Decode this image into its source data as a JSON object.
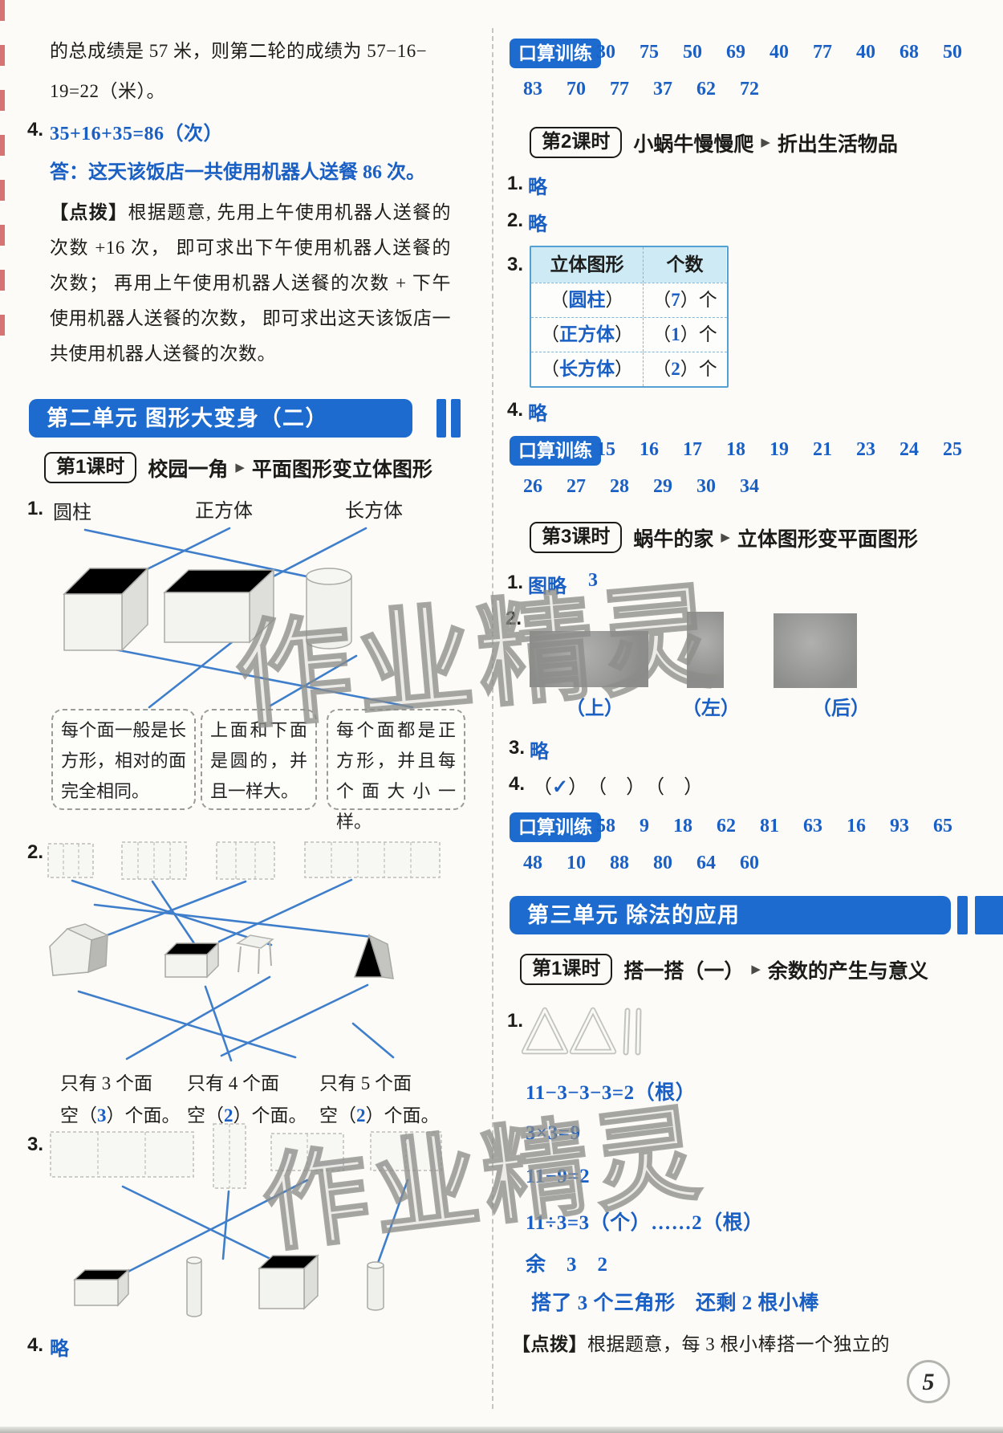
{
  "ui": {
    "arrow": "▶",
    "kousuan_label": "口算训练"
  },
  "watermark": {
    "text": "作业精灵"
  },
  "page": {
    "number": "5"
  },
  "left": {
    "intro_line1": "的总成绩是 57 米，则第二轮的成绩为 57−16−",
    "intro_line2": "19=22（米）。",
    "q4": {
      "num": "4.",
      "equation": "35+16+35=86（次）",
      "answer": "答：这天该饭店一共使用机器人送餐 86 次。"
    },
    "tip": {
      "label": "【点拨】",
      "text": "根据题意, 先用上午使用机器人送餐的次数 +16 次， 即可求出下午使用机器人送餐的次数； 再用上午使用机器人送餐的次数 + 下午使用机器人送餐的次数， 即可求出这天该饭店一共使用机器人送餐的次数。"
    },
    "unit2_banner": "第二单元 图形大变身（二）",
    "lesson1": {
      "tag": "第1课时",
      "title": "校园一角",
      "subtitle": "平面图形变立体图形"
    },
    "q1": {
      "num": "1.",
      "label_cylinder": "圆柱",
      "label_cube": "正方体",
      "label_cuboid": "长方体",
      "box_cuboid": "每个面一般是长方形，相对的面完全相同。",
      "box_cylinder": "上面和下面是圆的，并且一样大。",
      "box_cube": "每个面都是正方形，并且每个面大小一样。"
    },
    "q2": {
      "num": "2.",
      "captions": [
        {
          "line1": "只有 3 个面",
          "pre": "空（",
          "answer": "3",
          "post": "）个面。"
        },
        {
          "line1": "只有 4 个面",
          "pre": "空（",
          "answer": "2",
          "post": "）个面。"
        },
        {
          "line1": "只有 5 个面",
          "pre": "空（",
          "answer": "2",
          "post": "）个面。"
        }
      ]
    },
    "q3": {
      "num": "3."
    },
    "q4b": {
      "num": "4.",
      "answer": "略"
    }
  },
  "right": {
    "kousuan1": {
      "row1": "30 75 50 69 40 77 40 68 50",
      "row2": "83 70 77 37 62 72"
    },
    "lesson2": {
      "tag": "第2课时",
      "title": "小蜗牛慢慢爬",
      "subtitle": "折出生活物品",
      "item1": {
        "num": "1.",
        "answer": "略"
      },
      "item2": {
        "num": "2.",
        "answer": "略"
      },
      "item3": {
        "num": "3."
      },
      "item4": {
        "num": "4.",
        "answer": "略"
      },
      "table": {
        "header_shape": "立体图形",
        "header_count": "个数",
        "rows": [
          {
            "p1": "（",
            "name": "圆柱",
            "p2": "）",
            "c1": "（",
            "count": "7",
            "c2": "）个"
          },
          {
            "p1": "（",
            "name": "正方体",
            "p2": "）",
            "c1": "（",
            "count": "1",
            "c2": "）个"
          },
          {
            "p1": "（",
            "name": "长方体",
            "p2": "）",
            "c1": "（",
            "count": "2",
            "c2": "）个"
          }
        ]
      }
    },
    "kousuan2": {
      "row1": "15 16 17 18 19 21 23 24 25",
      "row2": "26 27 28 29 30 34"
    },
    "lesson3": {
      "tag": "第3课时",
      "title": "蜗牛的家",
      "subtitle": "立体图形变平面图形",
      "item1": {
        "num": "1.",
        "answer_a": "图略",
        "answer_b": "3"
      },
      "item2": {
        "num": "2.",
        "label_top": "（上）",
        "label_left": "（左）",
        "label_back": "（后）"
      },
      "item3": {
        "num": "3.",
        "answer": "略"
      },
      "item4": {
        "num": "4.",
        "p1": "（",
        "check": "✓",
        "p2": "）",
        "rest": "　（　）　（　）"
      }
    },
    "kousuan3": {
      "row1": "58 9 18 62 81 63 16 93 65",
      "row2": "48 10 88 80 64 60"
    },
    "unit3_banner": "第三单元 除法的应用",
    "lesson4": {
      "tag": "第1课时",
      "title": "搭一搭（一）",
      "subtitle": "余数的产生与意义",
      "item1": {
        "num": "1.",
        "eq1": "11−3−3−3=2（根）",
        "eq2": "3×3=9",
        "eq3": "11−9=2",
        "eq4": "11÷3=3（个）……2（根）",
        "eq5": "余　3　2",
        "conclusion": "搭了 3 个三角形　还剩 2 根小棒"
      },
      "tip": {
        "label": "【点拨】",
        "text": "根据题意，每 3 根小棒搭一个独立的"
      }
    }
  }
}
